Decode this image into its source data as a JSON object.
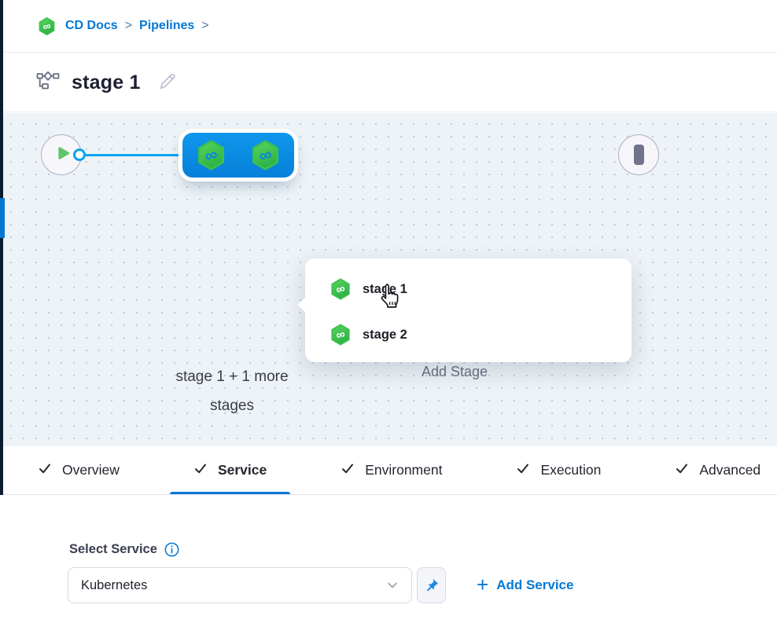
{
  "colors": {
    "brand_blue": "#0278d5",
    "connector_blue": "#0ba3f2",
    "node_blue_top": "#0f97ec",
    "node_blue_bottom": "#0680d9",
    "hex_green_light": "#55d058",
    "hex_green_dark": "#2fb246",
    "canvas_bg": "#edf3f7",
    "rail_dark": "#0b1c2e",
    "text_dark": "#1e1f30",
    "text_gray": "#6e7081"
  },
  "icons": {
    "infinity": "∞",
    "harness-cd-icon": "green-hexagon-infinity",
    "pipeline-icon": "flowchart",
    "edit-icon": "pencil",
    "run-icon": "play-triangle",
    "stop-icon": "rounded-bar",
    "check-icon": "checkmark",
    "chevron-down-icon": "chevron-down",
    "pin-icon": "pushpin",
    "info-icon": "circle-i",
    "cursor": "hand-pointer"
  },
  "breadcrumb": {
    "separator": ">",
    "items": [
      {
        "label": "CD Docs"
      },
      {
        "label": "Pipelines"
      }
    ]
  },
  "title_bar": {
    "title": "stage 1"
  },
  "canvas": {
    "node_label_line1": "stage 1 + 1 more",
    "node_label_line2": "stages",
    "add_stage_label": "Add Stage",
    "popup": {
      "items": [
        {
          "label": "stage 1"
        },
        {
          "label": "stage 2"
        }
      ]
    }
  },
  "tabs": [
    {
      "label": "Overview",
      "checked": true,
      "active": false
    },
    {
      "label": "Service",
      "checked": true,
      "active": true
    },
    {
      "label": "Environment",
      "checked": true,
      "active": false
    },
    {
      "label": "Execution",
      "checked": true,
      "active": false
    },
    {
      "label": "Advanced",
      "checked": true,
      "active": false,
      "clipped": true
    }
  ],
  "service_section": {
    "label": "Select Service",
    "selected_service": "Kubernetes",
    "plus": "+",
    "add_service_label": "Add Service"
  }
}
